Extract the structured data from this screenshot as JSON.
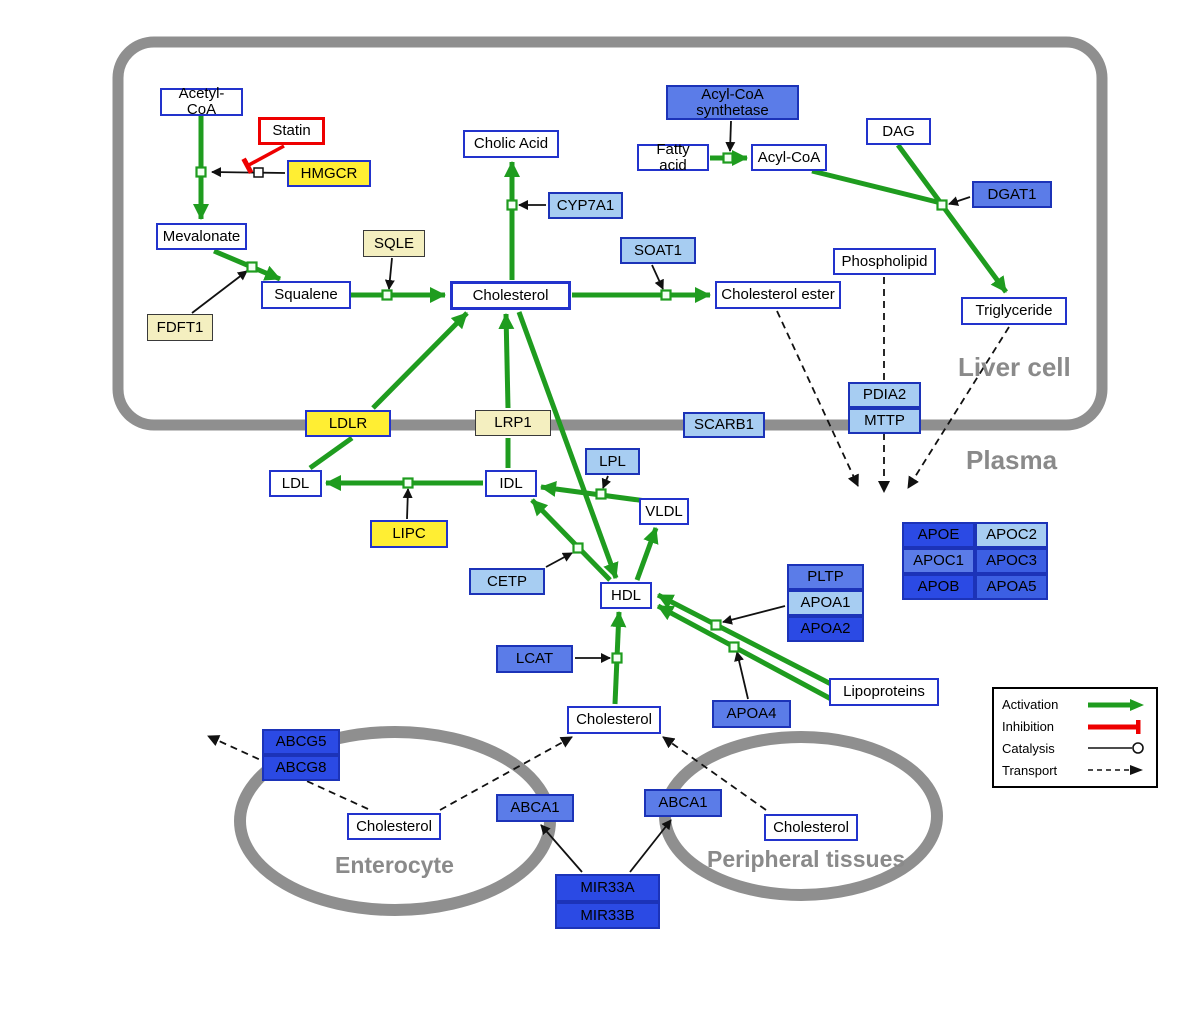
{
  "regions": {
    "liver": "Liver cell",
    "plasma": "Plasma",
    "enterocyte": "Enterocyte",
    "peripheral": "Peripheral tissues"
  },
  "legend": {
    "activation": "Activation",
    "inhibition": "Inhibition",
    "catalysis": "Catalysis",
    "transport": "Transport"
  },
  "nodes": {
    "acetyl_coa": "Acetyl-CoA",
    "statin": "Statin",
    "hmgcr": "HMGCR",
    "mevalonate": "Mevalonate",
    "sqle": "SQLE",
    "fdft1": "FDFT1",
    "squalene": "Squalene",
    "cholesterol_liver": "Cholesterol",
    "cholic_acid": "Cholic Acid",
    "cyp7a1": "CYP7A1",
    "soat1": "SOAT1",
    "cholesterol_ester": "Cholesterol ester",
    "acyl_coa_synthetase": "Acyl-CoA synthetase",
    "fatty_acid": "Fatty acid",
    "acyl_coa": "Acyl-CoA",
    "dag": "DAG",
    "dgat1": "DGAT1",
    "phospholipid": "Phospholipid",
    "triglyceride": "Triglyceride",
    "ldlr": "LDLR",
    "lrp1": "LRP1",
    "scarb1": "SCARB1",
    "pdia2": "PDIA2",
    "mttp": "MTTP",
    "ldl": "LDL",
    "idl": "IDL",
    "lpl": "LPL",
    "vldl": "VLDL",
    "lipc": "LIPC",
    "cetp": "CETP",
    "hdl": "HDL",
    "pltp": "PLTP",
    "apoa1": "APOA1",
    "apoa2": "APOA2",
    "apoe": "APOE",
    "apoc2": "APOC2",
    "apoc1": "APOC1",
    "apoc3": "APOC3",
    "apob": "APOB",
    "apoa5": "APOA5",
    "lcat": "LCAT",
    "apoa4": "APOA4",
    "lipoproteins": "Lipoproteins",
    "cholesterol_plasma": "Cholesterol",
    "abcg5": "ABCG5",
    "abcg8": "ABCG8",
    "cholesterol_enterocyte": "Cholesterol",
    "abca1_enterocyte": "ABCA1",
    "abca1_peripheral": "ABCA1",
    "cholesterol_peripheral": "Cholesterol",
    "mir33a": "MIR33A",
    "mir33b": "MIR33B"
  },
  "colors": {
    "activation_green": "#1f9c1f",
    "inhibition_red": "#ee0000",
    "node_border_blue": "#2233cc",
    "membrane_gray": "#8f8f8f",
    "highlight_yellow": "#ffee33"
  }
}
